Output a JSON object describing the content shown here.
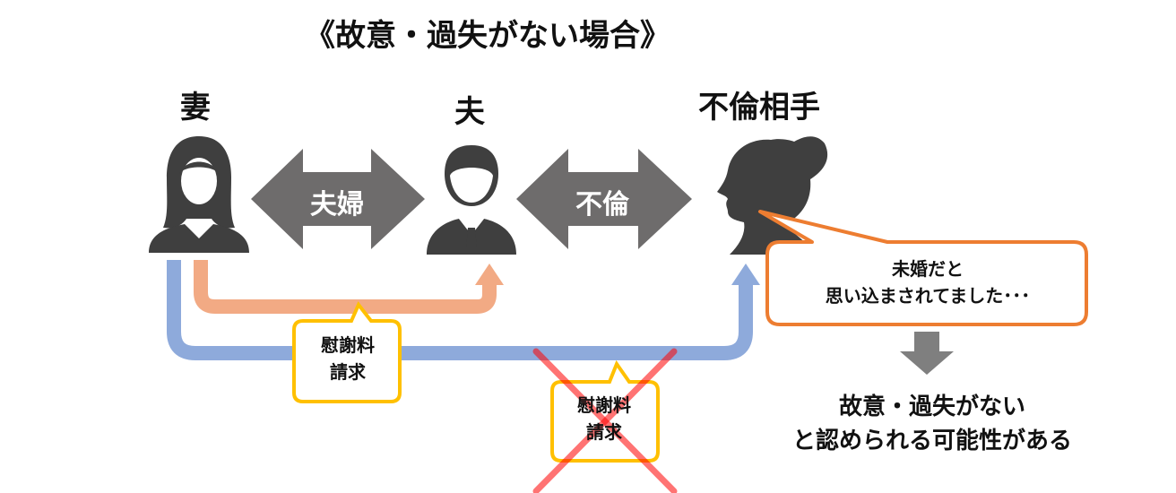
{
  "title": "《故意・過失がない場合》",
  "people": {
    "wife": "妻",
    "husband": "夫",
    "partner": "不倫相手"
  },
  "relations": {
    "marriage": "夫婦",
    "affair": "不倫"
  },
  "claims": {
    "to_husband": "慰謝料\n請求",
    "to_partner_denied": "慰謝料\n請求"
  },
  "speech": {
    "line1": "未婚だと",
    "line2": "思い込まされてました･･･"
  },
  "conclusion": {
    "line1": "故意・過失がない",
    "line2": "と認められる可能性がある"
  },
  "colors": {
    "person_icon": "#3f3f3f",
    "relation_arrow": "#6e6c6c",
    "claim_to_husband": "#f2aa84",
    "claim_to_partner": "#8eaadb",
    "bubble_border": "#ffc000",
    "speech_border": "#ed7d31",
    "cross": "#ff0000",
    "down_arrow": "#7f7f7f"
  },
  "icons": [
    "woman-icon",
    "man-icon",
    "woman-profile-icon"
  ]
}
